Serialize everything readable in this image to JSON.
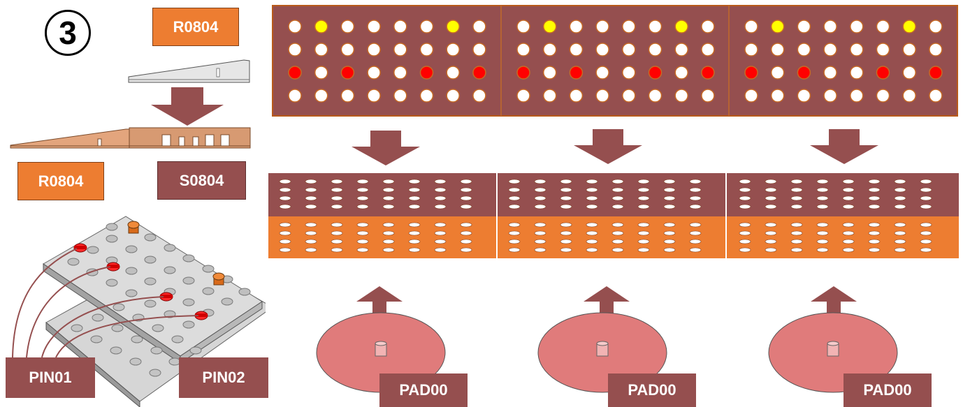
{
  "step_number": "3",
  "labels": {
    "r0804_top": "R0804",
    "r0804_bottom": "R0804",
    "s0804": "S0804",
    "pin01": "PIN01",
    "pin02": "PIN02",
    "pad_1": "PAD00",
    "pad_2": "PAD00",
    "pad_3": "PAD00"
  },
  "colors": {
    "maroon": "#954f4f",
    "orange": "#ed7d31",
    "pink": "#e07b7b",
    "red_hole": "#ff0000",
    "yellow_hole": "#ffff00"
  },
  "top_grid": {
    "rows": [
      [
        "white",
        "yellow",
        "white",
        "white",
        "white",
        "white",
        "yellow",
        "white"
      ],
      [
        "white",
        "white",
        "white",
        "white",
        "white",
        "white",
        "white",
        "white"
      ],
      [
        "red",
        "white",
        "red",
        "white",
        "white",
        "red",
        "white",
        "red"
      ],
      [
        "white",
        "white",
        "white",
        "white",
        "white",
        "white",
        "white",
        "white"
      ]
    ]
  }
}
